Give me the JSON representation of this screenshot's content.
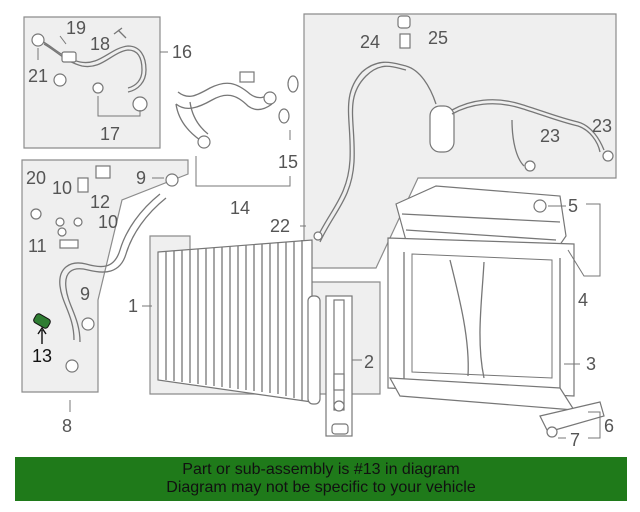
{
  "callouts": {
    "c1": "1",
    "c2": "2",
    "c3": "3",
    "c4": "4",
    "c5": "5",
    "c6": "6",
    "c7": "7",
    "c8": "8",
    "c9a": "9",
    "c9b": "9",
    "c10a": "10",
    "c10b": "10",
    "c11": "11",
    "c12": "12",
    "c13": "13",
    "c14": "14",
    "c15": "15",
    "c16": "16",
    "c17": "17",
    "c18": "18",
    "c19": "19",
    "c20": "20",
    "c21": "21",
    "c22": "22",
    "c23a": "23",
    "c23b": "23",
    "c24": "24",
    "c25": "25"
  },
  "highlighted_part": "13",
  "colors": {
    "banner": "#1f7a1a",
    "highlight": "#2e7d32",
    "linework": "#777777",
    "panel": "#efefef"
  },
  "banner": {
    "line1": "Part or sub-assembly is #13 in diagram",
    "line2": "Diagram may not be specific to your vehicle"
  }
}
